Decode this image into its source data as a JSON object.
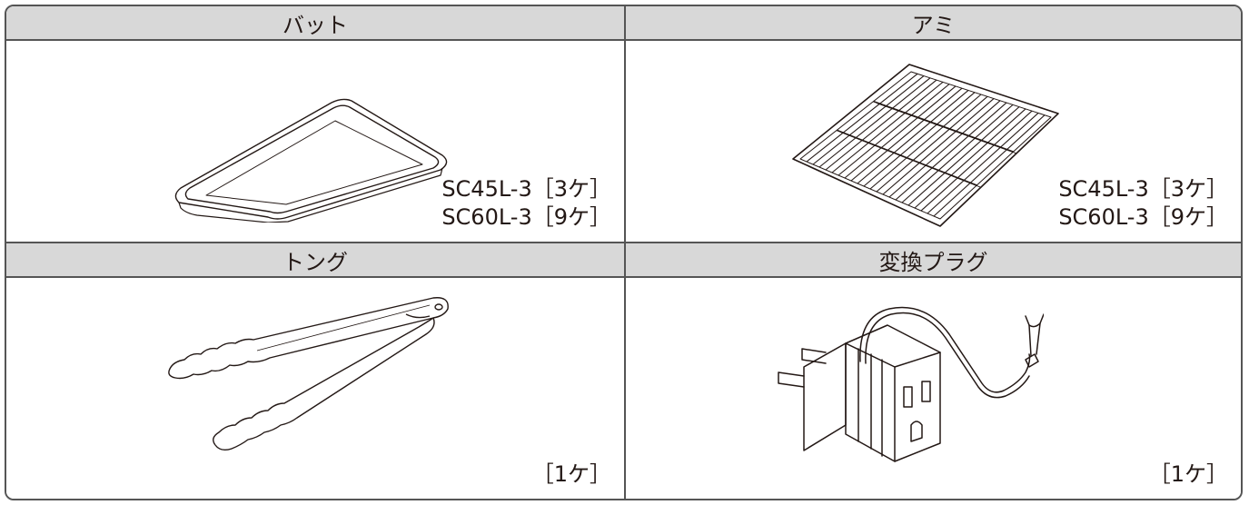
{
  "items": [
    {
      "title": "バット",
      "quantities": [
        "SC45L-3［3ケ］",
        "SC60L-3［9ケ］"
      ],
      "icon": "tray-icon"
    },
    {
      "title": "アミ",
      "quantities": [
        "SC45L-3［3ケ］",
        "SC60L-3［9ケ］"
      ],
      "icon": "wire-rack-icon"
    },
    {
      "title": "トング",
      "quantities": [
        "［1ケ］"
      ],
      "icon": "tongs-icon"
    },
    {
      "title": "変換プラグ",
      "quantities": [
        "［1ケ］"
      ],
      "icon": "plug-adapter-icon"
    }
  ],
  "colors": {
    "border": "#555555",
    "header_bg": "#d8d8d8",
    "text": "#231815"
  }
}
